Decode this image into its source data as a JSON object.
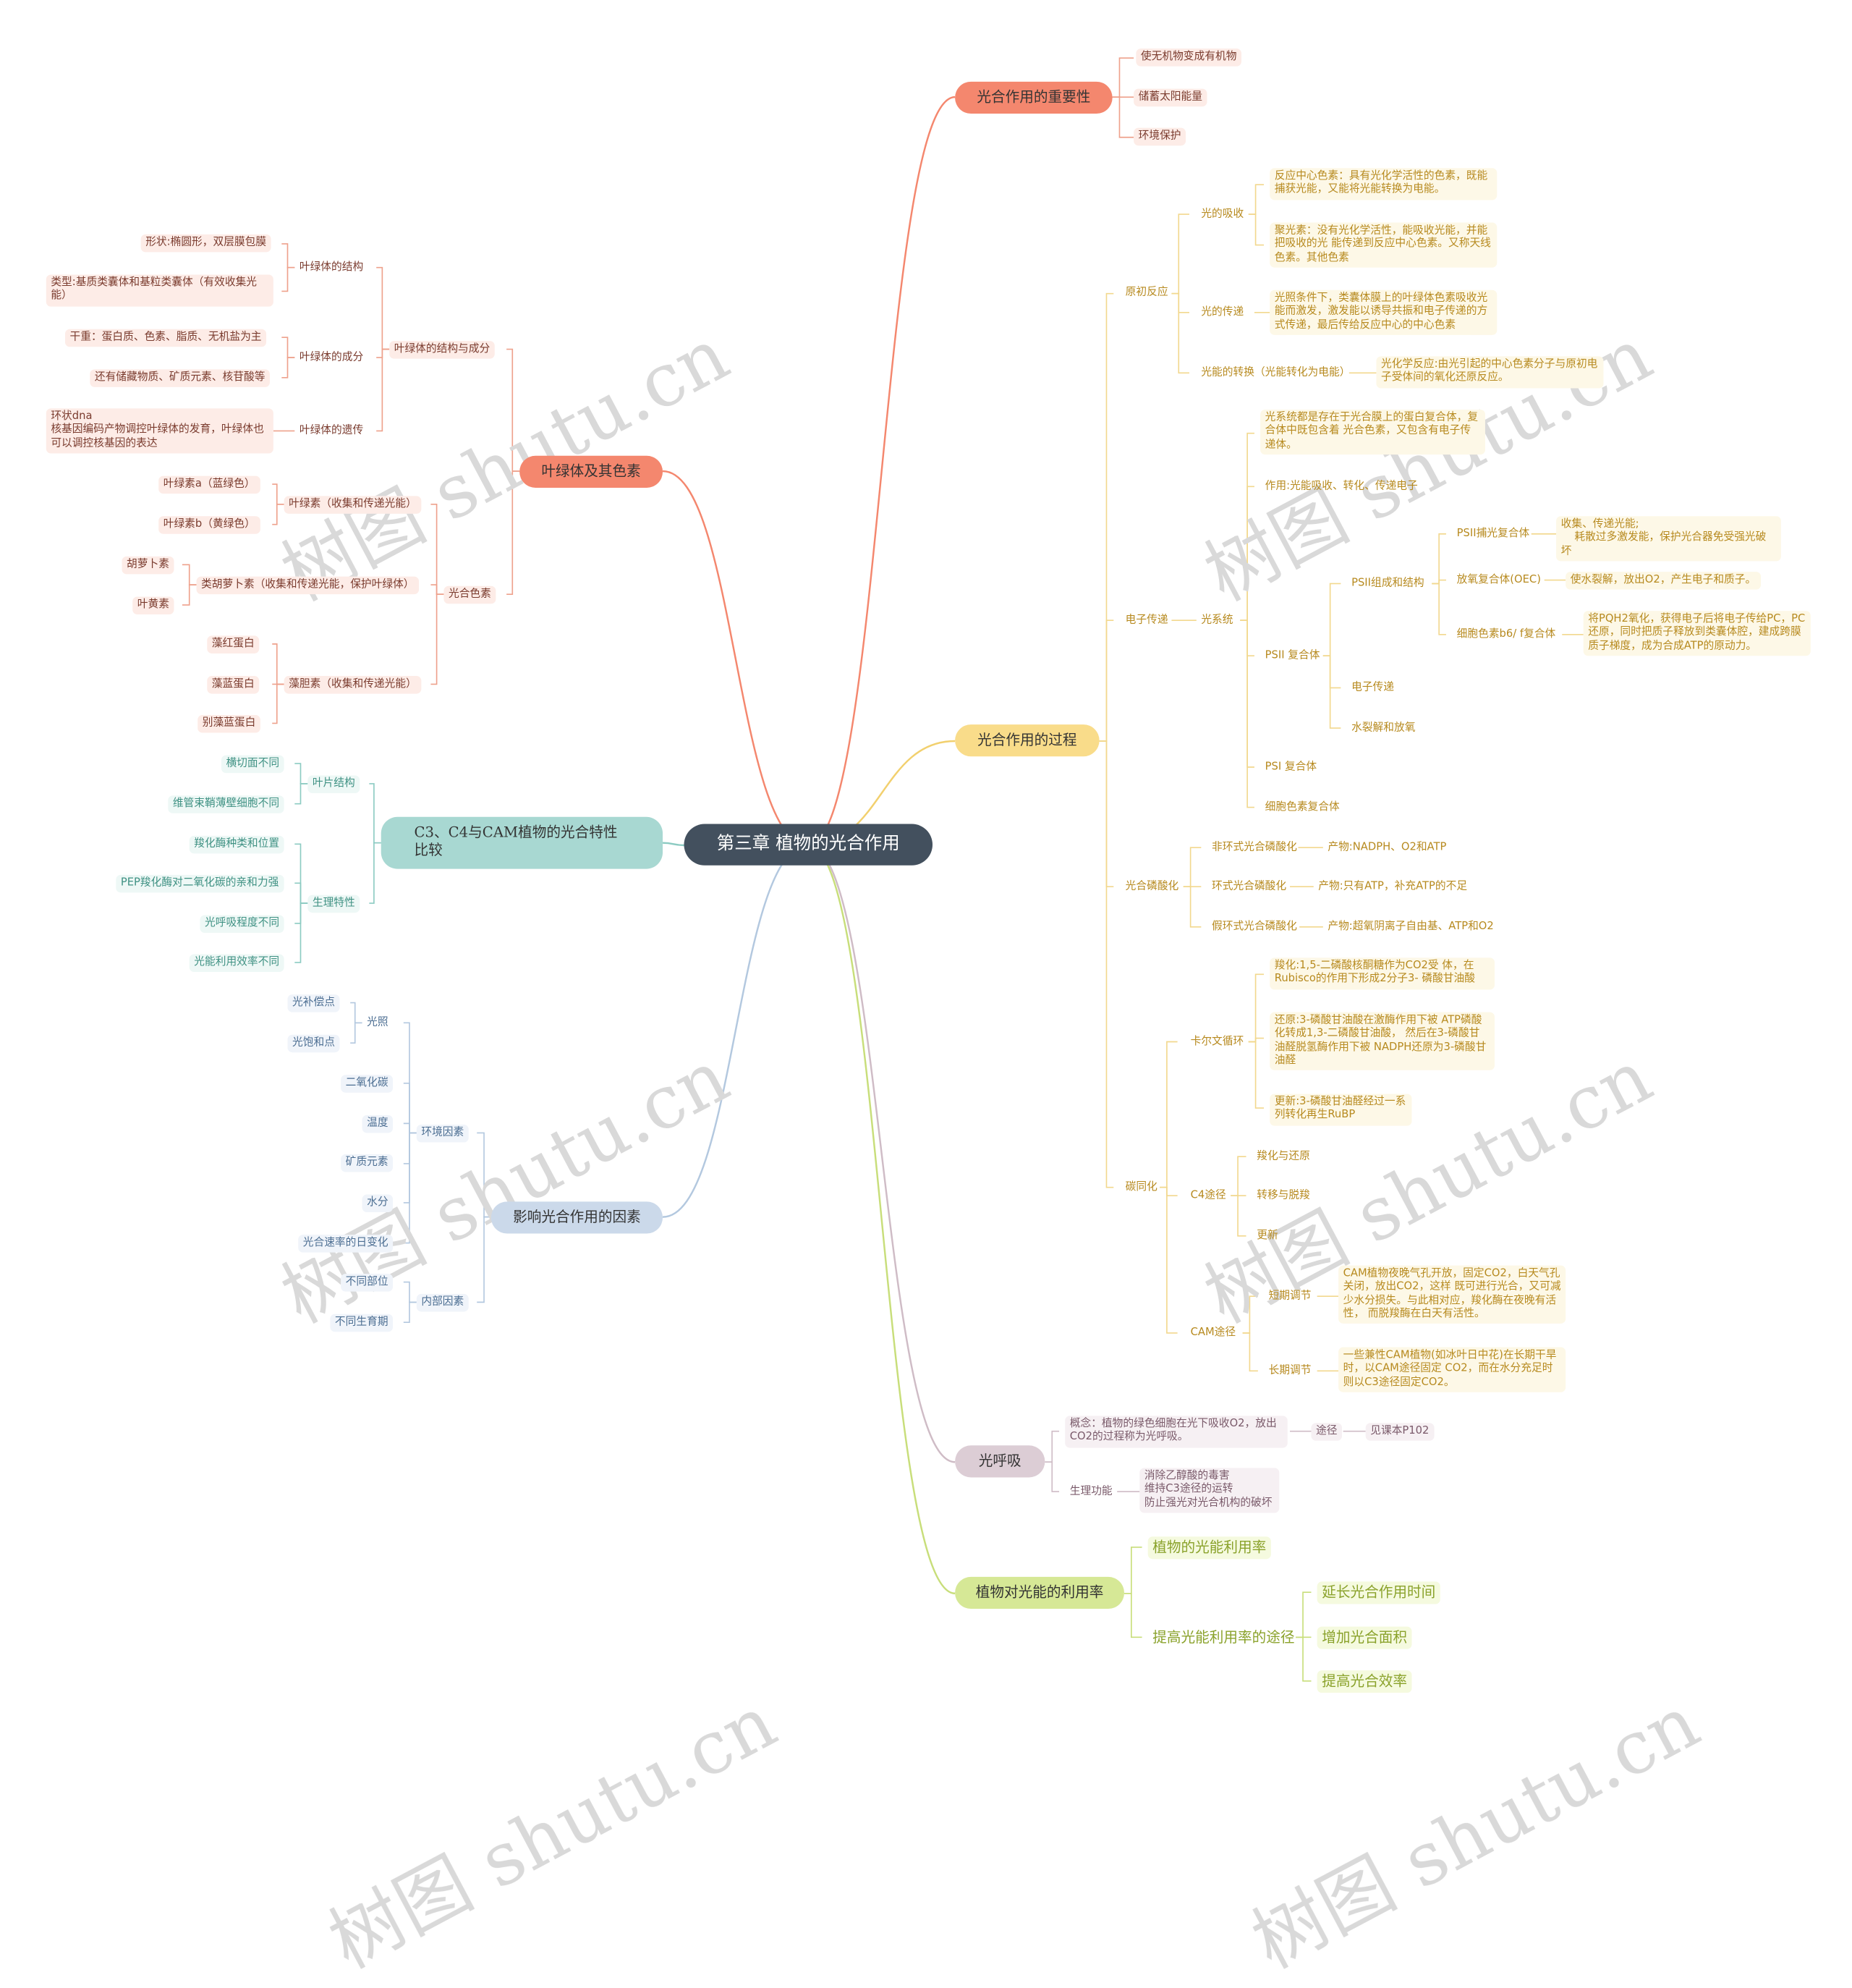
{
  "watermark": "树图 shutu.cn",
  "colors": {
    "root_bg": "#43505e",
    "importance": "#f4876e",
    "chloroplast": "#f4876e",
    "process": "#f9dc8a",
    "c3c4": "#a8d8d2",
    "factors": "#cbd9ea",
    "photorespiration": "#dccdd5",
    "light_use": "#d6e896"
  },
  "root": "第三章 植物的光合作用",
  "importance": {
    "title": "光合作用的重要性",
    "items": [
      "使无机物变成有机物",
      "储蓄太阳能量",
      "环境保护"
    ]
  },
  "process": {
    "title": "光合作用的过程",
    "primary": {
      "title": "原初反应",
      "absorb": "光的吸收",
      "absorb_items": [
        "反应中心色素：具有光化学活性的色素，既能捕获光能，又能将光能转换为电能。",
        "聚光素：没有光化学活性，能吸收光能，并能把吸收的光 能传递到反应中心色素。又称天线色素。其他色素"
      ],
      "transfer": "光的传递",
      "transfer_item": "光照条件下，类囊体膜上的叶绿体色素吸收光能而激发，激发能以诱导共振和电子传递的方式传递，最后传给反应中心的中心色素",
      "convert": "光能的转换（光能转化为电能）",
      "convert_item": "光化学反应:由光引起的中心色素分子与原初电子受体间的氧化还原反应。"
    },
    "electron": {
      "title": "电子传递",
      "ps": "光系统",
      "ps_def": "光系统都是存在于光合膜上的蛋白复合体，复合体中既包含着 光合色素，又包含有电子传递体。",
      "ps_func": "作用:光能吸收、转化、传递电子",
      "psii": "PSII 复合体",
      "psii_struct": "PSII组成和结构",
      "lhcii": "PSII捕光复合体",
      "lhcii_desc": "收集、传递光能;\n    耗散过多激发能，保护光合器免受强光破坏",
      "oec": "放氧复合体(OEC)",
      "oec_desc": "使水裂解，放出O2，产生电子和质子。",
      "cytb6f": "细胞色素b6/ f复合体",
      "cytb6f_desc": "将PQH2氧化，获得电子后将电子传给PC，PC还原，同时把质子释放到类囊体腔，建成跨膜质子梯度，成为合成ATP的原动力。",
      "electron_transfer": "电子传递",
      "water": "水裂解和放氧",
      "psi": "PSI 复合体",
      "cyto": "细胞色素复合体"
    },
    "phos": {
      "title": "光合磷酸化",
      "items": [
        {
          "name": "非环式光合磷酸化",
          "desc": "产物:NADPH、O2和ATP"
        },
        {
          "name": "环式光合磷酸化",
          "desc": "产物:只有ATP，补充ATP的不足"
        },
        {
          "name": "假环式光合磷酸化",
          "desc": "产物:超氧阴离子自由基、ATP和O2"
        }
      ]
    },
    "carbon": {
      "title": "碳同化",
      "calvin": "卡尔文循环",
      "calvin_items": [
        "羧化:1,5-二磷酸核酮糖作为CO2受 体，在Rubisco的作用下形成2分子3- 磷酸甘油酸",
        "还原:3-磷酸甘油酸在激酶作用下被 ATP磷酸化转成1,3-二磷酸甘油酸， 然后在3-磷酸甘油醛脱氢酶作用下被 NADPH还原为3-磷酸甘油醛",
        "更新:3-磷酸甘油醛经过一系列转化再生RuBP"
      ],
      "c4": "C4途径",
      "c4_items": [
        "羧化与还原",
        "转移与脱羧",
        "更新"
      ],
      "cam": "CAM途径",
      "short": "短期调节",
      "short_desc": "CAM植物夜晚气孔开放，固定CO2，白天气孔关闭，放出CO2，这样 既可进行光合，又可减少水分损失。与此相对应，羧化酶在夜晚有活性，  而脱羧酶在白天有活性。",
      "long": "长期调节",
      "long_desc": "一些兼性CAM植物(如冰叶日中花)在长期干旱时，以CAM途径固定 CO2，而在水分充足时则以C3途径固定CO2。"
    }
  },
  "photorespiration": {
    "title": "光呼吸",
    "concept": "概念：植物的绿色细胞在光下吸收O2，放出CO2的过程称为光呼吸。",
    "path": "途径",
    "path_desc": "见课本P102",
    "function": "生理功能",
    "function_desc": "消除乙醇酸的毒害\n维持C3途径的运转\n防止强光对光合机构的破坏"
  },
  "light_use": {
    "title": "植物对光能的利用率",
    "rate": "植物的光能利用率",
    "improve": "提高光能利用率的途径",
    "improve_items": [
      "延长光合作用时间",
      "增加光合面积",
      "提高光合效率"
    ]
  },
  "chloroplast": {
    "title": "叶绿体及其色素",
    "struct_comp": "叶绿体的结构与成分",
    "structure": "叶绿体的结构",
    "structure_items": [
      "形状:椭圆形，双层膜包膜",
      "类型:基质类囊体和基粒类囊体（有效收集光能）"
    ],
    "composition": "叶绿体的成分",
    "composition_items": [
      "干重：蛋白质、色素、脂质、无机盐为主",
      "还有储藏物质、矿质元素、核苷酸等"
    ],
    "heredity": "叶绿体的遗传",
    "heredity_item": "环状dna\n核基因编码产物调控叶绿体的发育，叶绿体也可以调控核基因的表达",
    "pigment": "光合色素",
    "chlorophyll": "叶绿素（收集和传递光能）",
    "chlorophyll_items": [
      "叶绿素a（蓝绿色）",
      "叶绿素b（黄绿色）"
    ],
    "carotenoid": "类胡萝卜素（收集和传递光能，保护叶绿体）",
    "carotenoid_items": [
      "胡萝卜素",
      "叶黄素"
    ],
    "phycobilin": "藻胆素（收集和传递光能）",
    "phycobilin_items": [
      "藻红蛋白",
      "藻蓝蛋白",
      "别藻蓝蛋白"
    ]
  },
  "c3c4": {
    "title": "C3、C4与CAM植物的光合特性比较",
    "leaf": "叶片结构",
    "leaf_items": [
      "横切面不同",
      "维管束鞘薄壁细胞不同"
    ],
    "physio": "生理特性",
    "physio_items": [
      "羧化酶种类和位置",
      "PEP羧化酶对二氧化碳的亲和力强",
      "光呼吸程度不同",
      "光能利用效率不同"
    ]
  },
  "factors": {
    "title": "影响光合作用的因素",
    "env": "环境因素",
    "light": "光照",
    "light_items": [
      "光补偿点",
      "光饱和点"
    ],
    "env_items": [
      "二氧化碳",
      "温度",
      "矿质元素",
      "水分",
      "光合速率的日变化"
    ],
    "internal": "内部因素",
    "internal_items": [
      "不同部位",
      "不同生育期"
    ]
  }
}
